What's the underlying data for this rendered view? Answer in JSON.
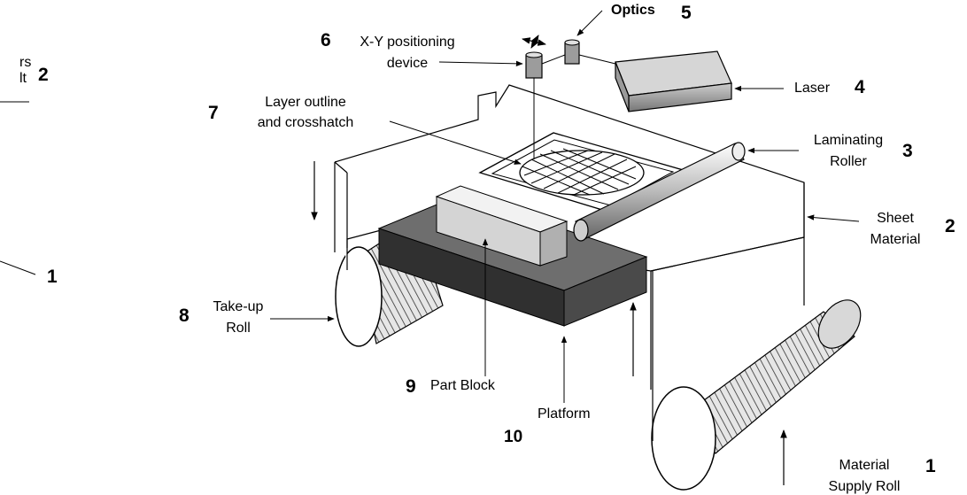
{
  "left_fragment": {
    "line1": "rs",
    "line2": "lt",
    "num_a": "2",
    "num_b": "1"
  },
  "labels": {
    "optics": {
      "text": "Optics",
      "num": "5"
    },
    "xy": {
      "line1": "X-Y positioning",
      "line2": "device",
      "num": "6"
    },
    "laser": {
      "text": "Laser",
      "num": "4"
    },
    "layer": {
      "line1": "Layer outline",
      "line2": "and crosshatch",
      "num": "7"
    },
    "roller": {
      "line1": "Laminating",
      "line2": "Roller",
      "num": "3"
    },
    "sheet": {
      "line1": "Sheet",
      "line2": "Material",
      "num": "2"
    },
    "takeup": {
      "line1": "Take-up",
      "line2": "Roll",
      "num": "8"
    },
    "partblock": {
      "text": "Part Block",
      "num": "9"
    },
    "platform": {
      "text": "Platform",
      "num": "10"
    },
    "supply": {
      "line1": "Material",
      "line2": "Supply Roll",
      "num": "1"
    }
  }
}
